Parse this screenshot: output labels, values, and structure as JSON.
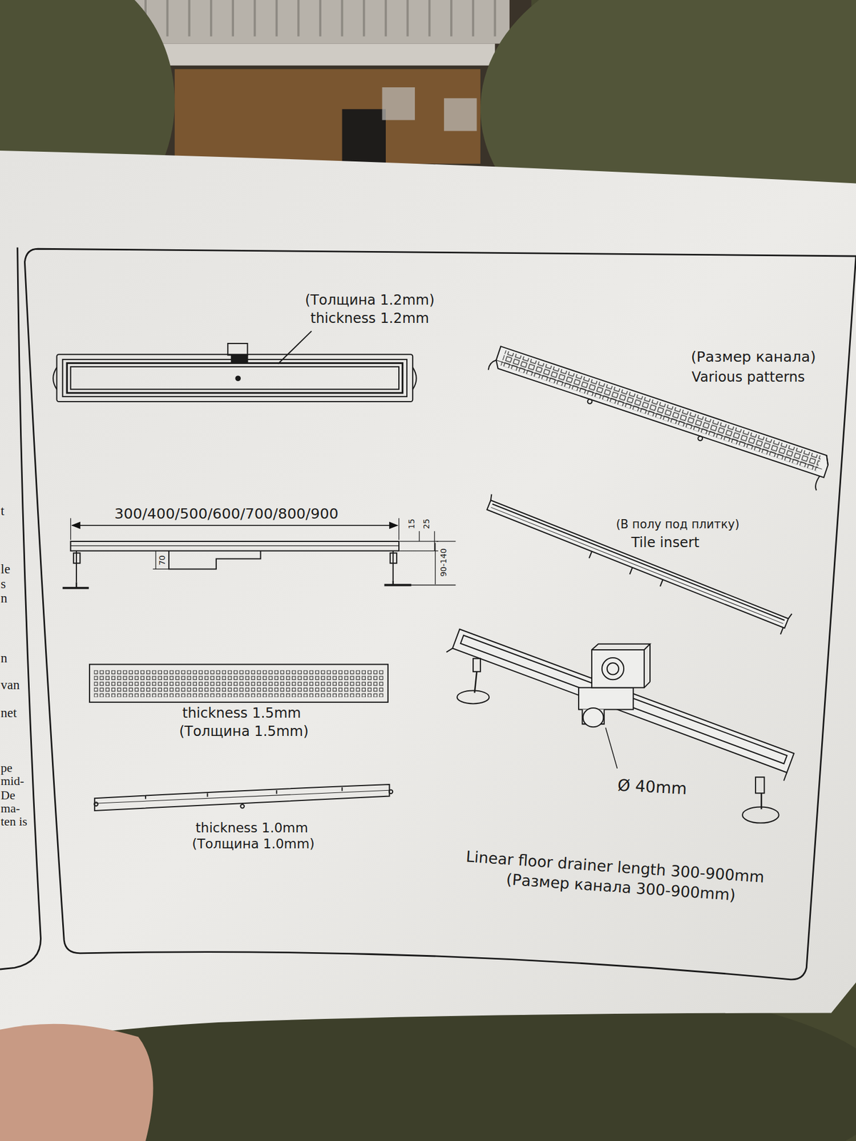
{
  "diagram": {
    "labels": [
      "(Толщина 1.2mm)",
      "thickness 1.2mm",
      "(Размер канала)",
      "Various patterns",
      "300/400/500/600/700/800/900",
      "15",
      "25",
      "70",
      "90-140",
      "(В полу под плитку)",
      "Tile insert",
      "thickness 1.5mm",
      "(Толщина 1.5mm)",
      "Ø 40mm",
      "thickness 1.0mm",
      "(Толщина 1.0mm)",
      "Linear floor drainer length 300-900mm",
      "(Размер канала 300-900mm)",
      "t",
      "le",
      "s",
      "n",
      "n",
      "van",
      "net",
      "pe",
      "mid-",
      "De",
      "ma-",
      "ten is"
    ]
  }
}
